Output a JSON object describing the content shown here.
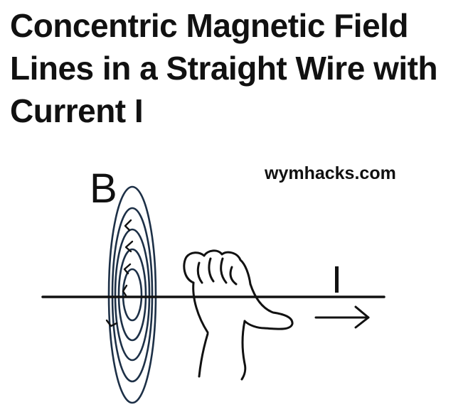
{
  "title": "Concentric Magnetic Field Lines in a Straight Wire with Current I",
  "watermark": "wymhacks.com",
  "labels": {
    "field": "B",
    "current": "I"
  },
  "colors": {
    "field_lines": "#1d3047",
    "ink": "#111111",
    "background": "#ffffff"
  },
  "icons": {
    "hand": "right-hand-grip-icon",
    "current_arrow": "arrow-right-icon"
  }
}
